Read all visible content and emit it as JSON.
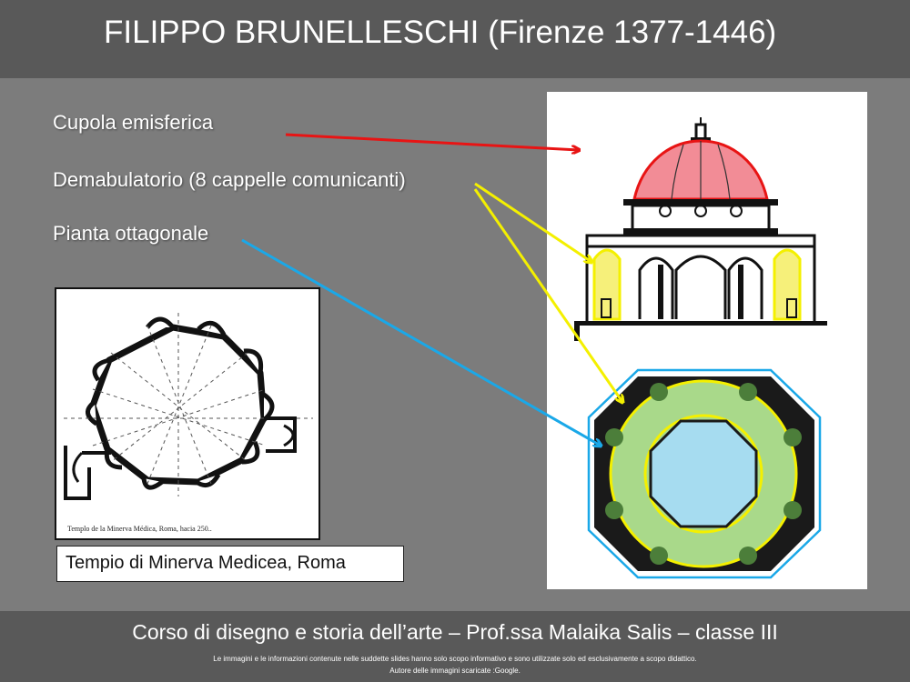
{
  "header": {
    "title": "FILIPPO BRUNELLESCHI  (Firenze 1377-1446)"
  },
  "labels": {
    "cupola": "Cupola emisferica",
    "deambulatorio": "Demabulatorio (8 cappelle comunicanti)",
    "pianta": "Pianta ottagonale"
  },
  "left_image": {
    "embedded_caption": "Templo de la Minerva Médica, Roma, hacia 250..",
    "caption": "Tempio di Minerva Medicea, Roma"
  },
  "footer": {
    "course": "Corso di disegno e storia dell’arte – Prof.ssa Malaika Salis – classe III",
    "disclaimer": "Le immagini e le informazioni contenute nelle suddette slides hanno solo scopo informativo e sono utilizzate solo ed esclusivamente a scopo didattico.",
    "credits": "Autore delle immagini scaricate :Google."
  },
  "colors": {
    "arrow_red": "#e81414",
    "arrow_yellow": "#f4f000",
    "arrow_blue": "#1aa8e8",
    "dome_fill": "#f28c96",
    "chapel_fill": "#f6f07a",
    "ring_fill": "#a9d98a",
    "octagon_fill": "#a6dcf0"
  }
}
